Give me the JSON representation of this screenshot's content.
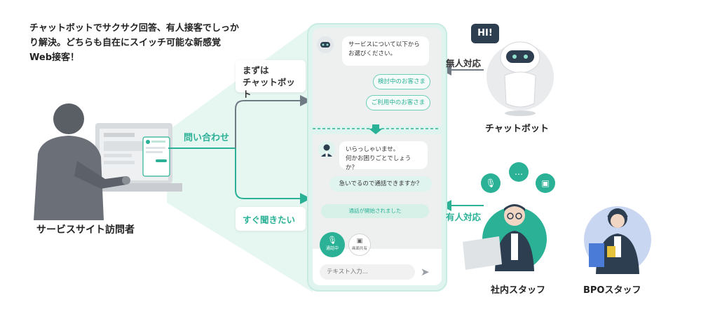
{
  "headline": "チャットボットでサクサク回答、有人接客でしっかり解決。どちらも自在にスイッチ可能な新感覚Web接客！",
  "visitor": {
    "label": "サービスサイト訪問者"
  },
  "flow": {
    "inquiry": "問い合わせ",
    "chatbot_first": [
      "まずは",
      "チャットボット"
    ],
    "ask_now": "すぐ聞きたい"
  },
  "phone": {
    "bot_greeting": [
      "サービスについて以下から",
      "お選びください。"
    ],
    "options": [
      "検討中のお客さま",
      "ご利用中のお客さま"
    ],
    "staff_greeting": [
      "いらっしゃいませ。",
      "何かお困りごとでしょうか？"
    ],
    "user_message": "急いでるので通話できますか？",
    "system_message": "通話が開始されました",
    "call_button": "通話中",
    "share_button": "画面共有",
    "input_placeholder": "テキスト入力..."
  },
  "right": {
    "unmanned": "無人対応",
    "manned": "有人対応",
    "hi": "HI!",
    "chatbot_label": "チャットボット",
    "staff_label": "社内スタッフ",
    "bpo_label": "BPOスタッフ"
  },
  "colors": {
    "accent": "#2bb196",
    "accent_light": "#dff4ee",
    "dark": "#2d3e50",
    "arrow_gray": "#707a84"
  }
}
